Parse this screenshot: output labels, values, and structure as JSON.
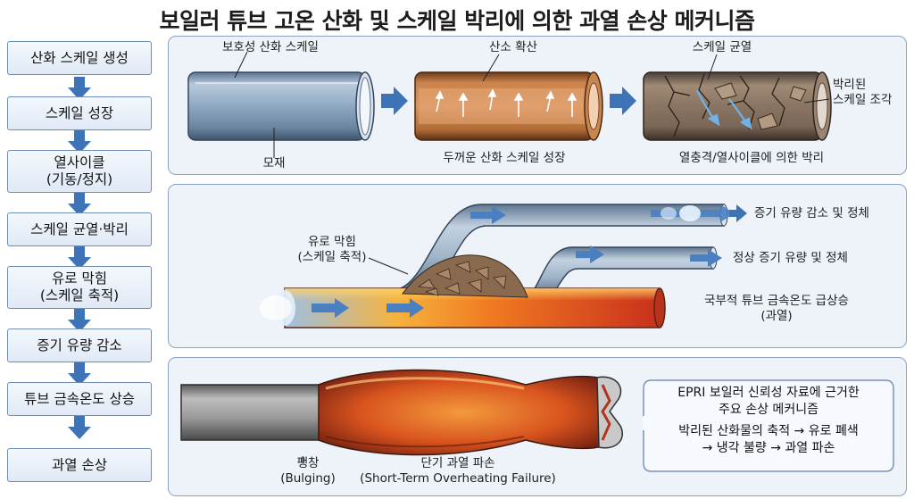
{
  "title": "보일러 튜브 고온 산화 및 스케일 박리에 의한 과열 손상 메커니즘",
  "flow_steps": [
    [
      "산화 스케일 생성"
    ],
    [
      "스케일 성장"
    ],
    [
      "열사이클",
      "(기동/정지)"
    ],
    [
      "스케일 균열·박리"
    ],
    [
      "유로 막힘",
      "(스케일 축적)"
    ],
    [
      "증기 유량 감소"
    ],
    [
      "튜브 금속온도 상승"
    ],
    [
      "과열 손상"
    ]
  ],
  "panel1": {
    "tube1_top": "보호성 산화 스케일",
    "tube1_bottom": "모재",
    "tube2_top": "산소 확산",
    "tube2_bottom": "두꺼운 산화 스케일 성장",
    "tube3_top": "스케일 균열",
    "tube3_side": [
      "박리된",
      "스케일 조각"
    ],
    "tube3_bottom": "열충격/열사이클에 의한 박리"
  },
  "panel2": {
    "blockage": [
      "유로 막힘",
      "(스케일 축적)"
    ],
    "upper_flow": "증기 유량 감소 및 정체",
    "middle_flow": "정상 증기 유량 및 정체",
    "overheat": [
      "국부적 튜브 금속온도 급상승",
      "(과열)"
    ]
  },
  "panel3": {
    "bulging": [
      "팽창",
      "(Bulging)"
    ],
    "failure": [
      "단기 과열 파손",
      "(Short-Term Overheating Failure)"
    ],
    "callout": {
      "line1": "EPRI 보일러 신뢰성 자료에 근거한",
      "line2": "주요 손상 메커니즘",
      "line3": "박리된 산화물의 축적 → 유로 폐색",
      "line4": "→ 냉각 불량 → 과열 파손"
    }
  },
  "colors": {
    "flow_border": "#6f8cb4",
    "arrow_blue": "#3f73b8",
    "panel_bg": "#eef3f9",
    "hot": "#e0461f",
    "scale": "#b8703a"
  }
}
